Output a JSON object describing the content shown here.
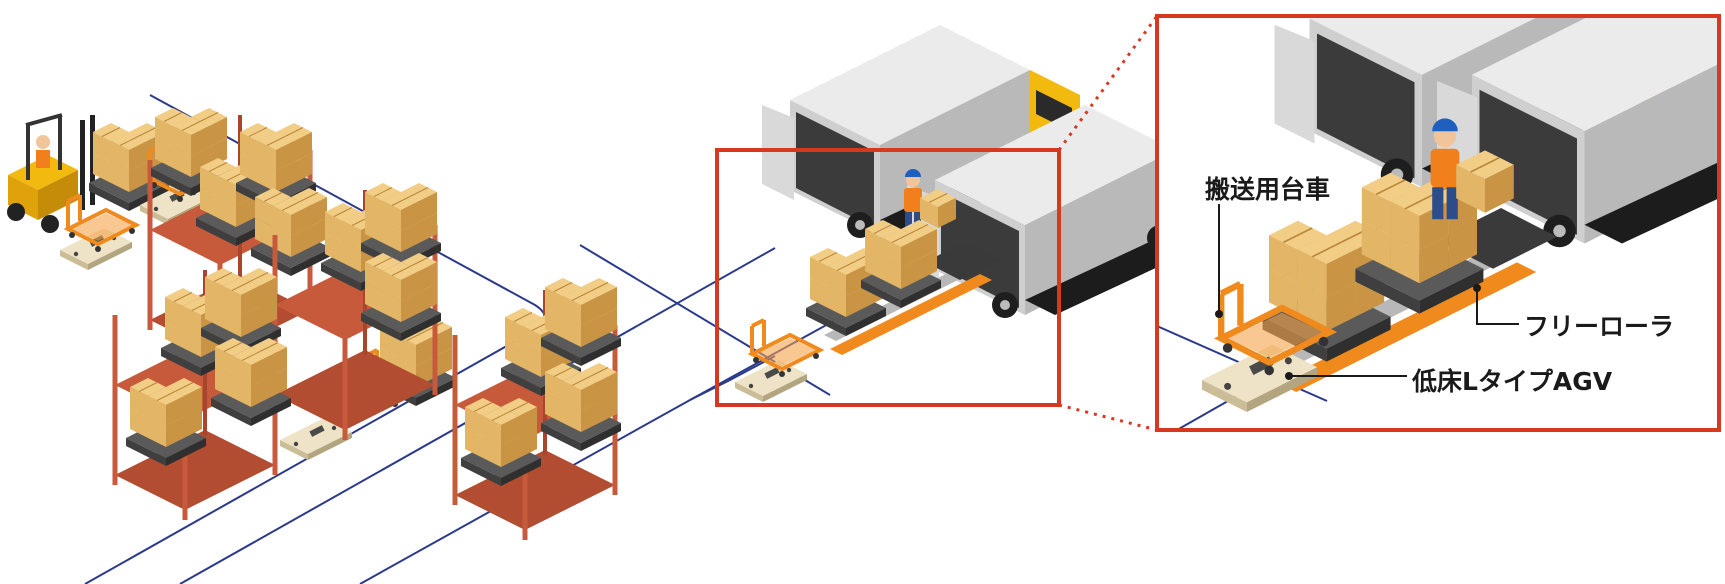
{
  "labels": {
    "cart": "搬送用台車",
    "roller": "フリーローラ",
    "agv": "低床LタイプAGV"
  },
  "colors": {
    "highlight_red": "#d6391f",
    "route_blue": "#2b3a8c",
    "rack_orange": "#c85a3c",
    "box_tan": "#e3b566",
    "cart_orange": "#f08a1c",
    "truck_yellow": "#f2b90f",
    "truck_body": "#d7d7d7"
  },
  "icons": {
    "forklift": "forklift-icon",
    "agv": "agv-robot-icon",
    "truck": "truck-icon",
    "worker": "worker-icon",
    "rack": "storage-rack-icon"
  }
}
